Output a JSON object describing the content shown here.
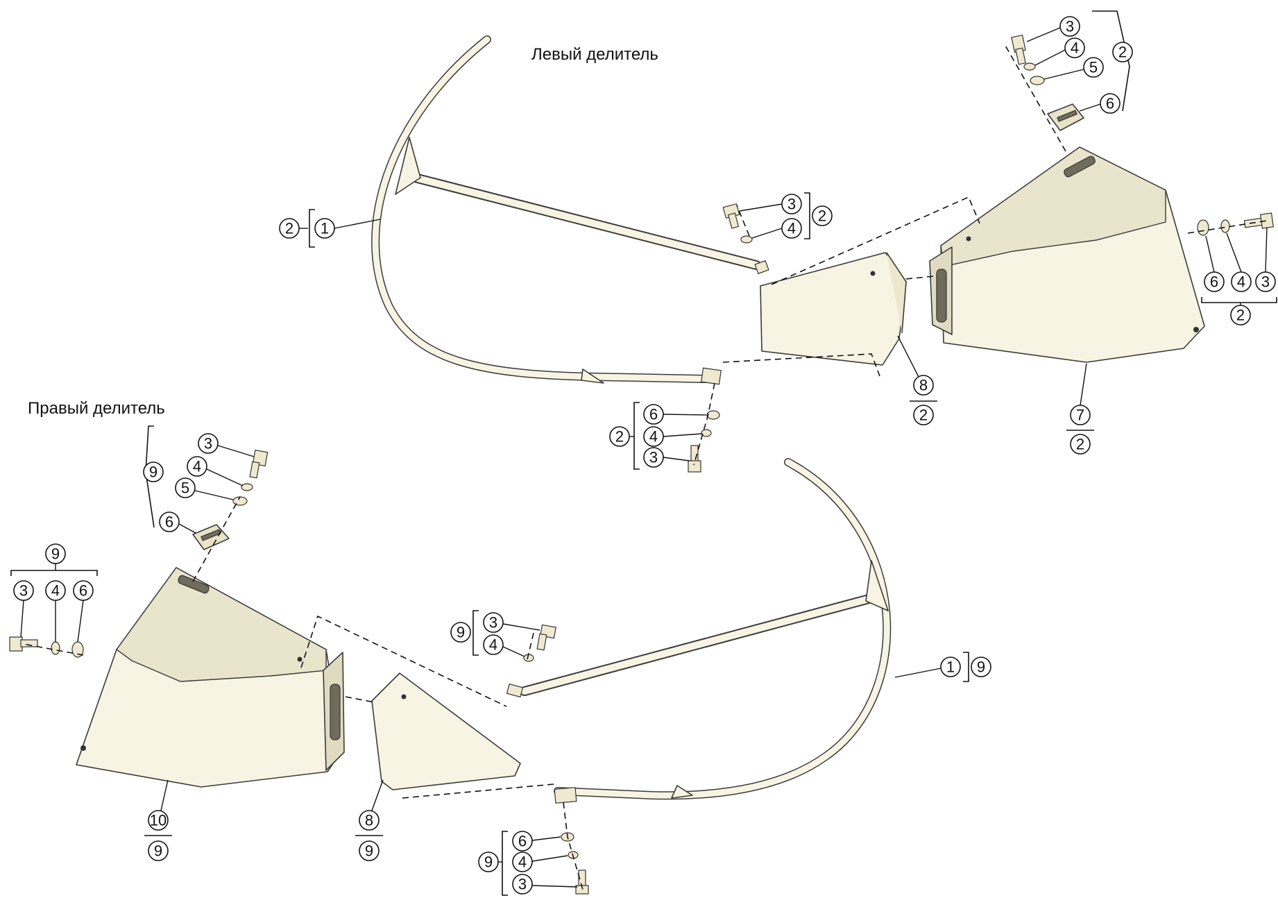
{
  "titles": {
    "left_divider": "Левый делитель",
    "right_divider": "Правый делитель"
  },
  "callouts": {
    "left": {
      "frame_assembly": "2",
      "frame": "1",
      "tip_assembly": "2",
      "tip_bolt": "3",
      "tip_washer": "4",
      "top_assembly": "2",
      "top_bolt": "3",
      "top_spring_washer": "4",
      "top_washer": "5",
      "top_plate": "6",
      "side_washer": "6",
      "side_spring_washer": "4",
      "side_bolt": "3",
      "side_assembly": "2",
      "bottom_assembly": "2",
      "bottom_washer": "6",
      "bottom_spring_washer": "4",
      "bottom_bolt": "3",
      "small_shield": "8",
      "small_shield_assembly": "2",
      "big_shield": "7",
      "big_shield_assembly": "2"
    },
    "right": {
      "top_assembly": "9",
      "top_bolt": "3",
      "top_spring_washer": "4",
      "top_washer": "5",
      "top_plate": "6",
      "side_assembly": "9",
      "side_bolt": "3",
      "side_spring_washer": "4",
      "side_washer": "6",
      "tip_assembly": "9",
      "tip_bolt": "3",
      "tip_washer": "4",
      "frame": "1",
      "frame_assembly": "9",
      "big_shield": "10",
      "big_shield_assembly": "9",
      "small_shield": "8",
      "small_shield_assembly": "9",
      "bottom_assembly": "9",
      "bottom_washer": "6",
      "bottom_spring_washer": "4",
      "bottom_bolt": "3"
    }
  }
}
